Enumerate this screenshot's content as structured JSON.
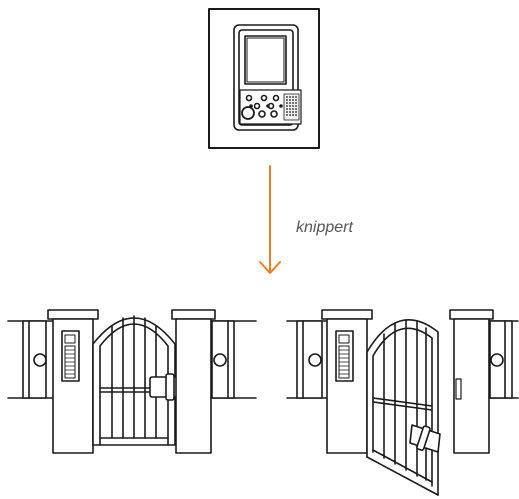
{
  "annotation": {
    "label": "knippert"
  },
  "colors": {
    "arrow": "#ef7d22",
    "stroke": "#1a1a1a",
    "background": "#ffffff"
  },
  "panels": [
    {
      "name": "video-intercom-monitor",
      "icon": "monitor-icon"
    },
    {
      "name": "gate-closed",
      "icon": "gate-closed-icon"
    },
    {
      "name": "gate-open",
      "icon": "gate-open-icon"
    }
  ]
}
